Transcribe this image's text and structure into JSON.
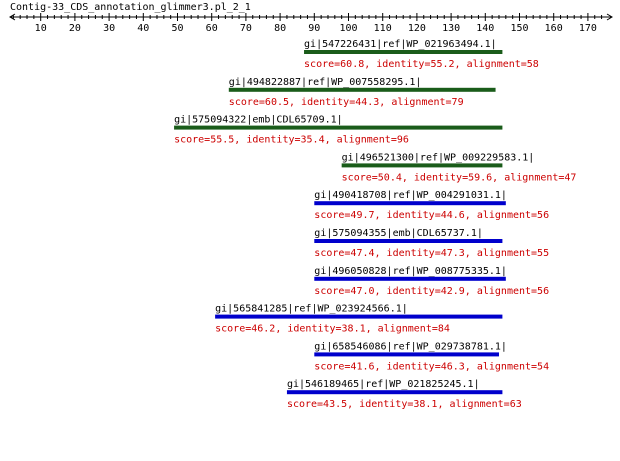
{
  "title": "Contig-33_CDS_annotation_glimmer3.pl_2_1",
  "ruler": {
    "min": 1,
    "max": 175,
    "ticks": [
      10,
      20,
      30,
      40,
      50,
      60,
      70,
      80,
      90,
      100,
      110,
      120,
      130,
      140,
      150,
      160,
      170
    ]
  },
  "colors": {
    "text": "#000000",
    "score": "#cc0000",
    "green_bar": "#1a5c1a",
    "blue_bar": "#0000cc"
  },
  "hits": [
    {
      "id": "gi|547226431|ref|WP_021963494.1|",
      "start": 87,
      "end": 145,
      "score_text": "score=60.8, identity=55.2, alignment=58",
      "color": "#1a5c1a"
    },
    {
      "id": "gi|494822887|ref|WP_007558295.1|",
      "start": 65,
      "end": 143,
      "score_text": "score=60.5, identity=44.3, alignment=79",
      "color": "#1a5c1a"
    },
    {
      "id": "gi|575094322|emb|CDL65709.1|",
      "start": 49,
      "end": 145,
      "score_text": "score=55.5, identity=35.4, alignment=96",
      "color": "#1a5c1a"
    },
    {
      "id": "gi|496521300|ref|WP_009229583.1|",
      "start": 98,
      "end": 145,
      "score_text": "score=50.4, identity=59.6, alignment=47",
      "color": "#1a5c1a"
    },
    {
      "id": "gi|490418708|ref|WP_004291031.1|",
      "start": 90,
      "end": 146,
      "score_text": "score=49.7, identity=44.6, alignment=56",
      "color": "#0000cc"
    },
    {
      "id": "gi|575094355|emb|CDL65737.1|",
      "start": 90,
      "end": 145,
      "score_text": "score=47.4, identity=47.3, alignment=55",
      "color": "#0000cc"
    },
    {
      "id": "gi|496050828|ref|WP_008775335.1|",
      "start": 90,
      "end": 146,
      "score_text": "score=47.0, identity=42.9, alignment=56",
      "color": "#0000cc"
    },
    {
      "id": "gi|565841285|ref|WP_023924566.1|",
      "start": 61,
      "end": 145,
      "score_text": "score=46.2, identity=38.1, alignment=84",
      "color": "#0000cc"
    },
    {
      "id": "gi|658546086|ref|WP_029738781.1|",
      "start": 90,
      "end": 144,
      "score_text": "score=41.6, identity=46.3, alignment=54",
      "color": "#0000cc"
    },
    {
      "id": "gi|546189465|ref|WP_021825245.1|",
      "start": 82,
      "end": 145,
      "score_text": "score=43.5, identity=38.1, alignment=63",
      "color": "#0000cc"
    }
  ]
}
